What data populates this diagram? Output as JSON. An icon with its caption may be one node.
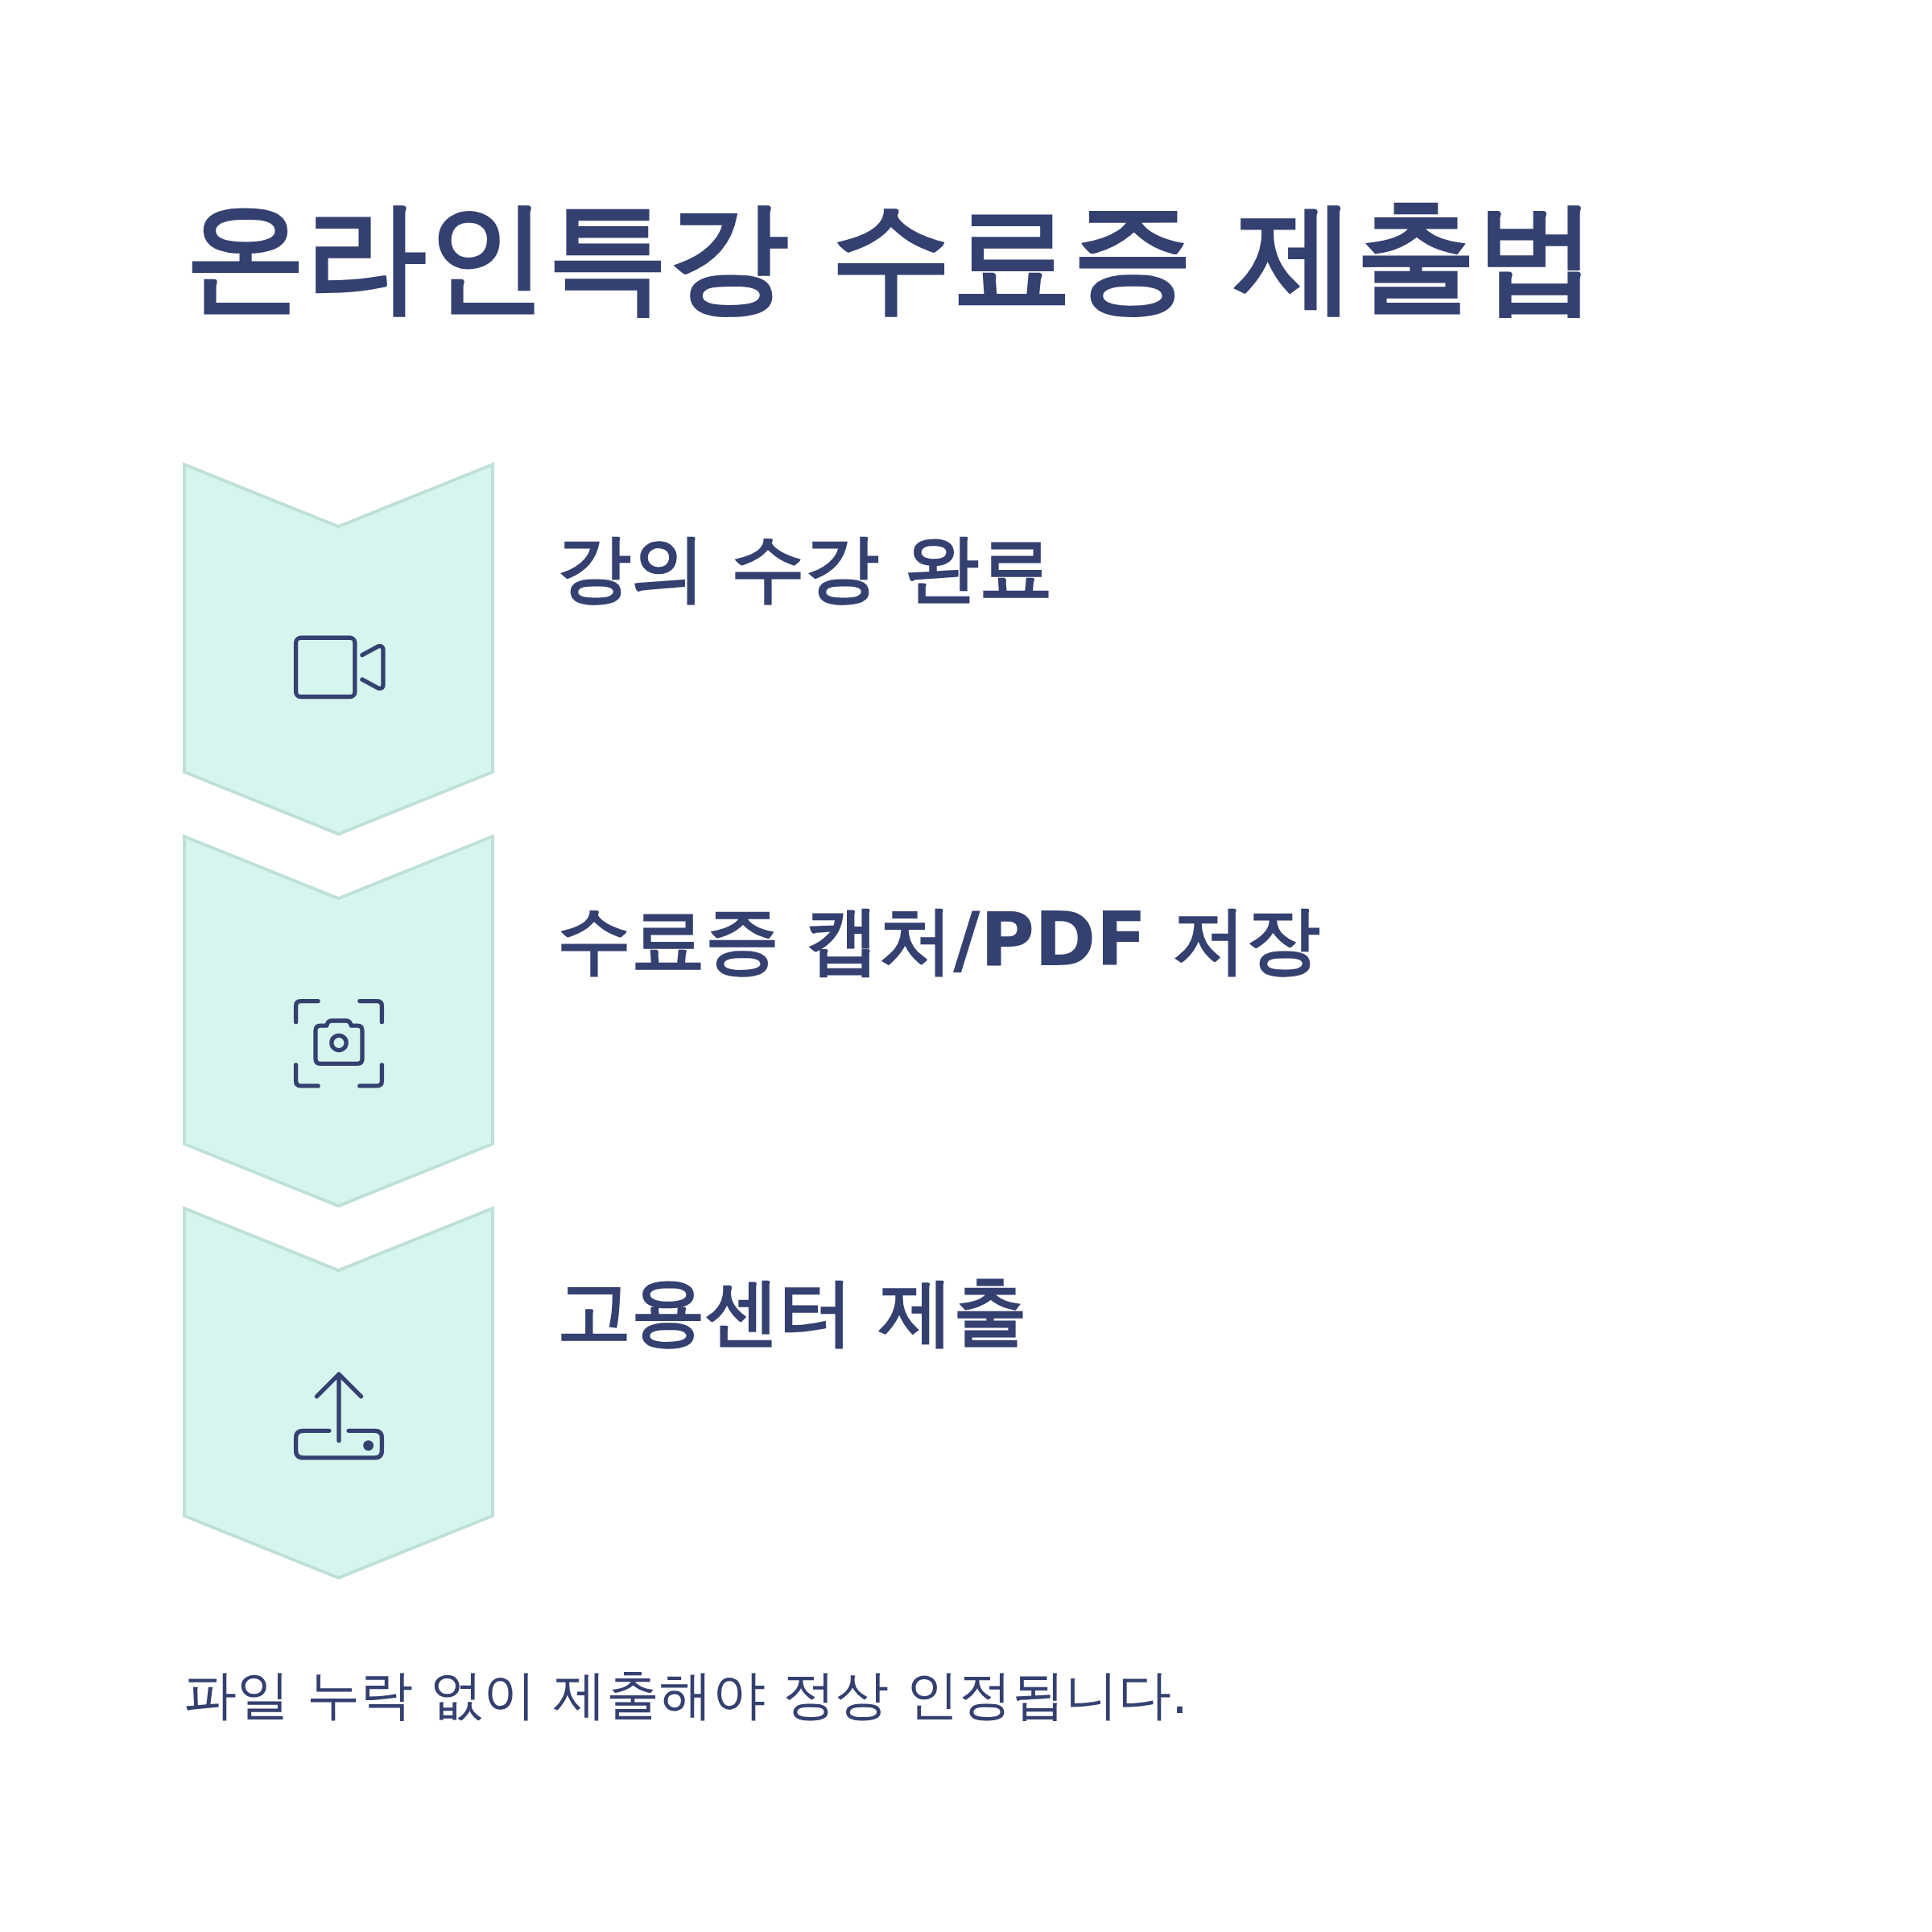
{
  "diagram": {
    "title": "온라인특강 수료증 제출법",
    "nodes": [
      {
        "text": [],
        "shape": "chevron",
        "beside": [
          "강의 수강 완료"
        ]
      },
      {
        "text": [],
        "shape": "chevron",
        "beside": [
          "수료증 캡처/PDF 저장"
        ]
      },
      {
        "text": [],
        "shape": "chevron",
        "beside": [
          "고용센터 제출"
        ]
      }
    ],
    "caption": "파일 누락 없이 제출해야 정상 인정됩니다."
  }
}
